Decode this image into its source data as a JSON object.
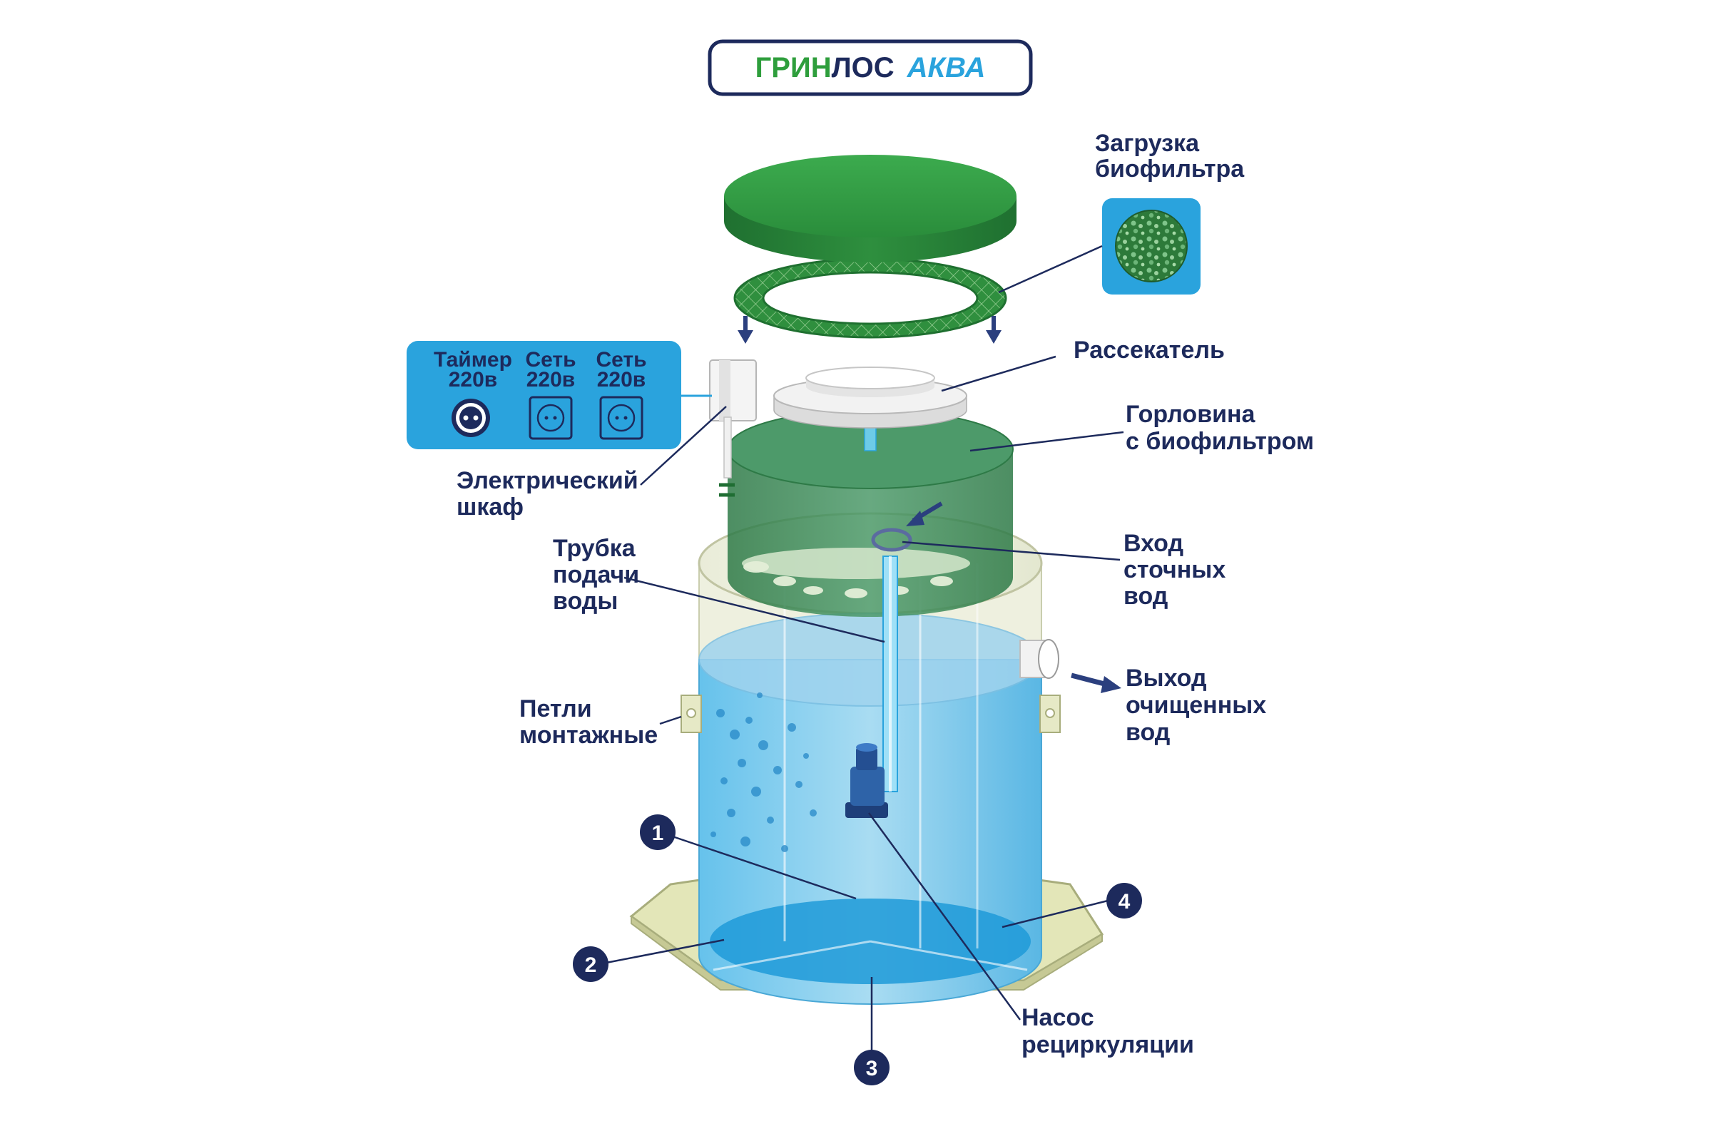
{
  "logo": {
    "part1": "ГРИН",
    "part2": "ЛОС",
    "part3": "АКВА",
    "colors": {
      "green": "#2e9e3c",
      "navy": "#1d2a5c",
      "blue": "#2aa3dd"
    }
  },
  "panel": {
    "sockets": [
      {
        "title": "Таймер",
        "voltage": "220в",
        "icon": "round-socket-icon"
      },
      {
        "title": "Сеть",
        "voltage": "220в",
        "icon": "square-socket-icon"
      },
      {
        "title": "Сеть",
        "voltage": "220в",
        "icon": "square-socket-icon"
      }
    ]
  },
  "labels": {
    "biofilter_load": [
      "Загрузка",
      "биофильтра"
    ],
    "diffuser": [
      "Рассекатель"
    ],
    "neck": [
      "Горловина",
      "с биофильтром"
    ],
    "cabinet": [
      "Электрический",
      "шкаф"
    ],
    "inlet": [
      "Вход",
      "сточных",
      "вод"
    ],
    "supply_tube": [
      "Трубка",
      "подачи",
      "воды"
    ],
    "outlet": [
      "Выход",
      "очищенных",
      "вод"
    ],
    "loops": [
      "Петли",
      "монтажные"
    ],
    "pump": [
      "Насос",
      "рециркуляции"
    ]
  },
  "markers": [
    "1",
    "2",
    "3",
    "4"
  ],
  "colors": {
    "navy": "#1d2a5c",
    "green_lid": "#2f8f3e",
    "panel_blue": "#2aa3dd",
    "water": "#5bbfe8",
    "base": "#e3e6b8"
  }
}
